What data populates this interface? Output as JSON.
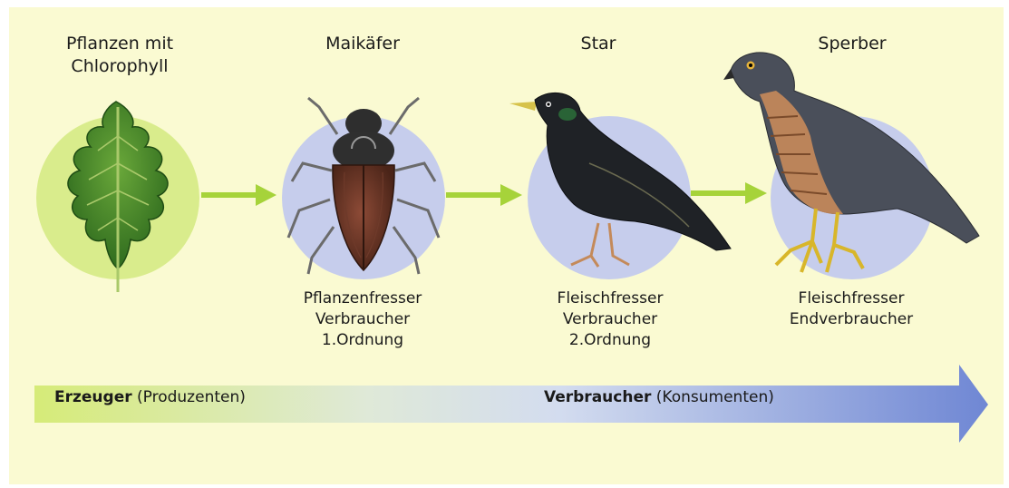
{
  "organisms": [
    {
      "title_lines": [
        "Pflanzen mit",
        "Chlorophyll"
      ],
      "role_lines": []
    },
    {
      "title_lines": [
        "Maikäfer"
      ],
      "role_lines": [
        "Pflanzenfresser",
        "Verbraucher",
        "1.Ordnung"
      ]
    },
    {
      "title_lines": [
        "Star"
      ],
      "role_lines": [
        "Fleischfresser",
        "Verbraucher",
        "2.Ordnung"
      ]
    },
    {
      "title_lines": [
        "Sperber"
      ],
      "role_lines": [
        "Fleischfresser",
        "Endverbraucher"
      ]
    }
  ],
  "band": {
    "producer_bold": "Erzeuger",
    "producer_rest": "(Produzenten)",
    "consumer_bold": "Verbraucher",
    "consumer_rest": "(Konsumenten)"
  },
  "colors": {
    "background": "#fafad2",
    "leaf_circle": "#d9ec8c",
    "animal_circle": "#c6cdec",
    "chain_arrow": "#a6d33a",
    "band_start": "#d6eb78",
    "band_end": "#6f87d4"
  },
  "icons": [
    "oak-leaf-icon",
    "cockchafer-icon",
    "starling-icon",
    "sparrowhawk-icon"
  ]
}
